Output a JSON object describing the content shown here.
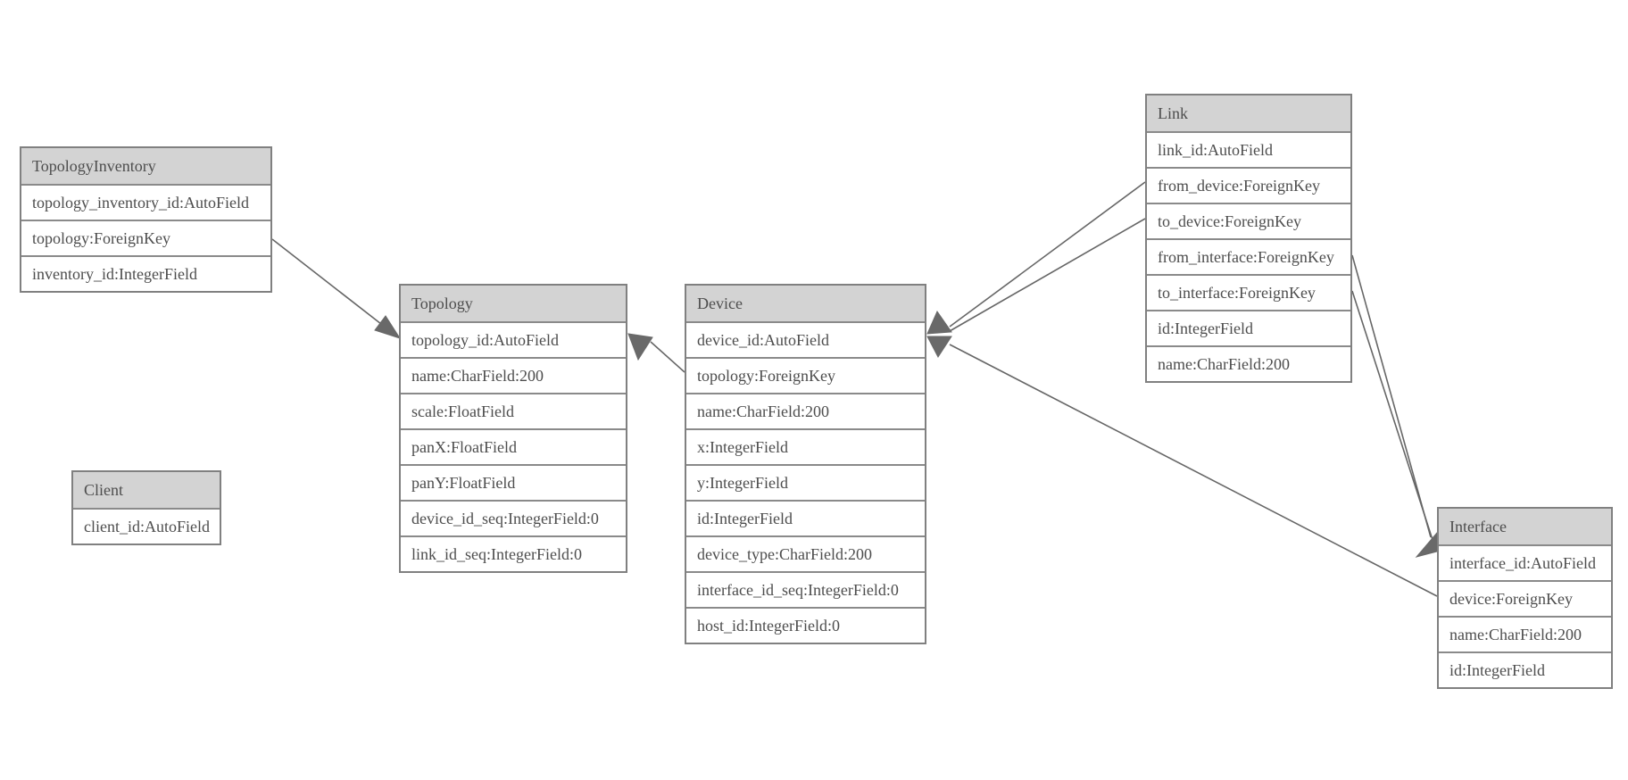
{
  "diagram": {
    "type": "entity-relationship-schema",
    "colors": {
      "header_fill": "#d3d3d3",
      "row_fill": "#ffffff",
      "border": "#808080",
      "text": "#4d4d4d",
      "line": "#666666",
      "arrow_fill": "#696969"
    },
    "tables": [
      {
        "name": "TopologyInventory",
        "fields": [
          "topology_inventory_id:AutoField",
          "topology:ForeignKey",
          "inventory_id:IntegerField"
        ]
      },
      {
        "name": "Topology",
        "fields": [
          "topology_id:AutoField",
          "name:CharField:200",
          "scale:FloatField",
          "panX:FloatField",
          "panY:FloatField",
          "device_id_seq:IntegerField:0",
          "link_id_seq:IntegerField:0"
        ]
      },
      {
        "name": "Client",
        "fields": [
          "client_id:AutoField"
        ]
      },
      {
        "name": "Device",
        "fields": [
          "device_id:AutoField",
          "topology:ForeignKey",
          "name:CharField:200",
          "x:IntegerField",
          "y:IntegerField",
          "id:IntegerField",
          "device_type:CharField:200",
          "interface_id_seq:IntegerField:0",
          "host_id:IntegerField:0"
        ]
      },
      {
        "name": "Link",
        "fields": [
          "link_id:AutoField",
          "from_device:ForeignKey",
          "to_device:ForeignKey",
          "from_interface:ForeignKey",
          "to_interface:ForeignKey",
          "id:IntegerField",
          "name:CharField:200"
        ]
      },
      {
        "name": "Interface",
        "fields": [
          "interface_id:AutoField",
          "device:ForeignKey",
          "name:CharField:200",
          "id:IntegerField"
        ]
      }
    ],
    "relationships": [
      {
        "from": "TopologyInventory.topology",
        "to": "Topology.topology_id"
      },
      {
        "from": "Device.topology",
        "to": "Topology.topology_id"
      },
      {
        "from": "Link.from_device",
        "to": "Device.device_id"
      },
      {
        "from": "Link.to_device",
        "to": "Device.device_id"
      },
      {
        "from": "Interface.device",
        "to": "Device.device_id"
      },
      {
        "from": "Link.from_interface",
        "to": "Interface.interface_id"
      },
      {
        "from": "Link.to_interface",
        "to": "Interface.interface_id"
      }
    ]
  }
}
